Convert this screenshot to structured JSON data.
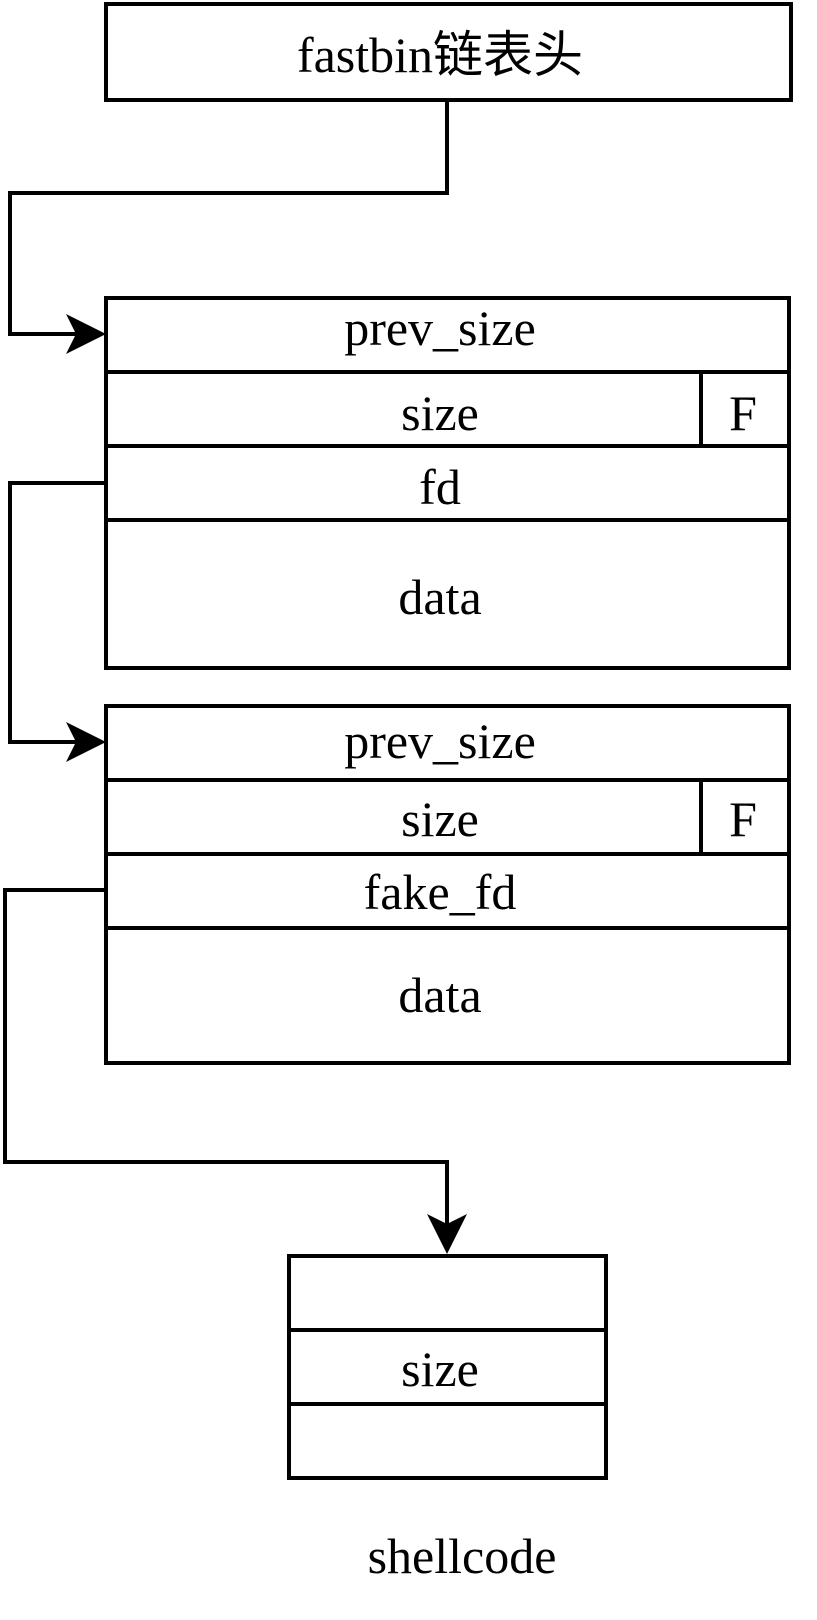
{
  "header": {
    "label": "fastbin链表头"
  },
  "chunk1": {
    "prev_size": "prev_size",
    "size": "size",
    "flag": "F",
    "fd": "fd",
    "data": "data"
  },
  "chunk2": {
    "prev_size": "prev_size",
    "size": "size",
    "flag": "F",
    "fd": "fake_fd",
    "data": "data"
  },
  "target": {
    "size": "size",
    "caption": "shellcode"
  }
}
